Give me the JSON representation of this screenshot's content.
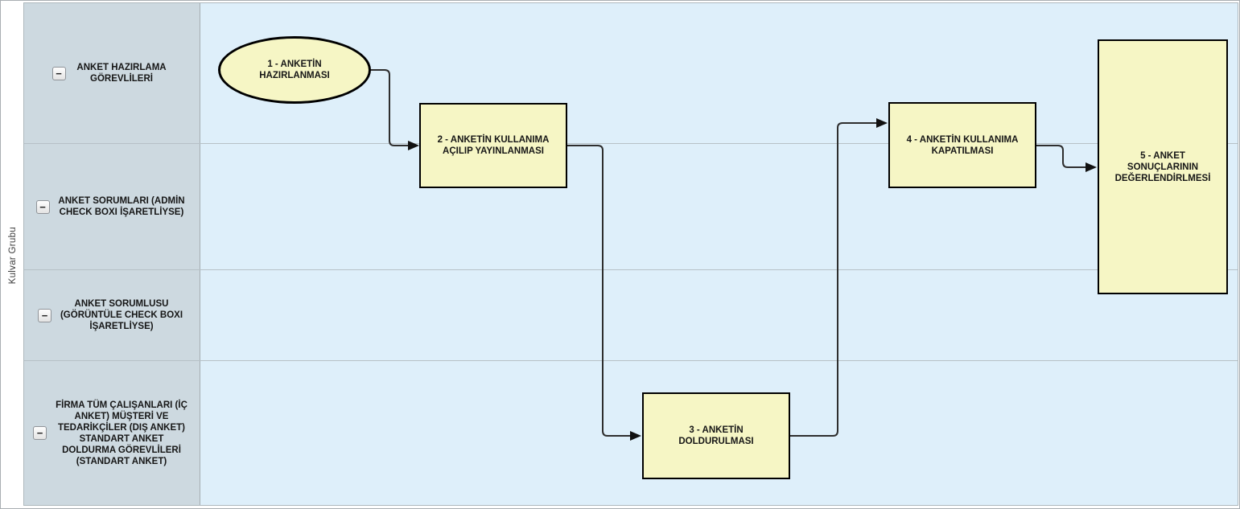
{
  "diagram": {
    "pool_label": "Kulvar Grubu",
    "collapse_icon": "−",
    "colors": {
      "lane_header_bg": "#cdd9e0",
      "lane_body_bg": "#deeffa",
      "node_fill": "#f6f6c5",
      "node_border": "#000000",
      "connector": "#2e2e2e",
      "lane_divider": "#b6c0c6"
    },
    "lanes": [
      {
        "label": "ANKET HAZIRLAMA GÖREVLİLERİ"
      },
      {
        "label": "ANKET SORUMLARI (ADMİN CHECK BOXI İŞARETLİYSE)"
      },
      {
        "label": "ANKET SORUMLUSU (GÖRÜNTÜLE CHECK BOXI İŞARETLİYSE)"
      },
      {
        "label": "FİRMA TÜM ÇALIŞANLARI (İÇ ANKET) MÜŞTERİ VE TEDARİKÇİLER (DIŞ ANKET) STANDART ANKET DOLDURMA GÖREVLİLERİ (STANDART ANKET)"
      }
    ],
    "nodes": [
      {
        "id": 1,
        "type": "ellipse",
        "label": "1 - ANKETİN HAZIRLANMASI",
        "lane": "ANKET HAZIRLAMA GÖREVLİLERİ"
      },
      {
        "id": 2,
        "type": "rect",
        "label": "2 - ANKETİN KULLANIMA AÇILIP YAYINLANMASI",
        "lane": "ANKET HAZIRLAMA GÖREVLİLERİ / ANKET SORUMLARI"
      },
      {
        "id": 3,
        "type": "rect",
        "label": "3 - ANKETİN DOLDURULMASI",
        "lane": "FİRMA TÜM ÇALIŞANLARI"
      },
      {
        "id": 4,
        "type": "rect",
        "label": "4 - ANKETİN KULLANIMA KAPATILMASI",
        "lane": "ANKET HAZIRLAMA GÖREVLİLERİ / ANKET SORUMLARI"
      },
      {
        "id": 5,
        "type": "rect",
        "label": "5 - ANKET SONUÇLARININ DEĞERLENDİRLMESİ",
        "lane": "ANKET HAZIRLAMA GÖREVLİLERİ / ANKET SORUMLUSU"
      }
    ],
    "edges": [
      {
        "from": 1,
        "to": 2
      },
      {
        "from": 2,
        "to": 3
      },
      {
        "from": 3,
        "to": 4
      },
      {
        "from": 4,
        "to": 5
      }
    ]
  }
}
